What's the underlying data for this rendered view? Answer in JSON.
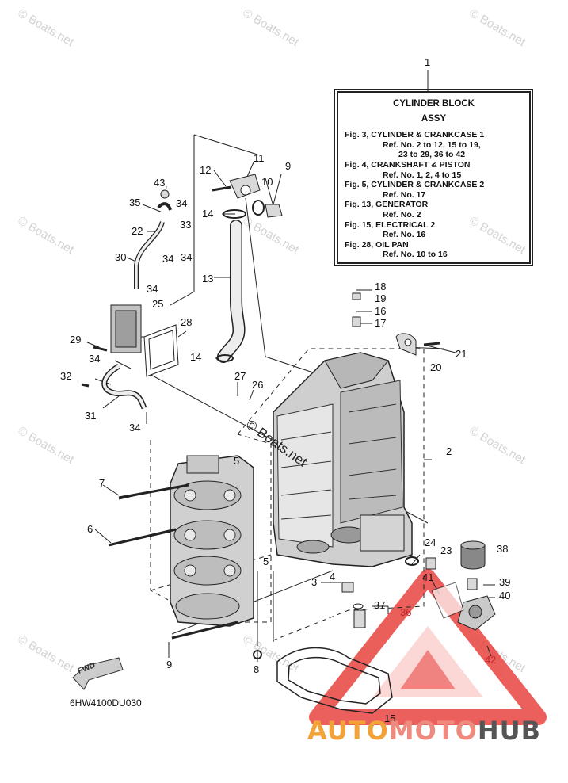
{
  "watermark_text": "© Boats.net",
  "diagram_watermark": "© Boats.net",
  "legend": {
    "callout": "1",
    "title": "CYLINDER BLOCK",
    "subtitle": "ASSY",
    "lines": [
      {
        "text": "Fig. 3, CYLINDER & CRANKCASE 1",
        "indent": 0
      },
      {
        "text": "Ref. No. 2 to 12, 15 to 19,",
        "indent": 1
      },
      {
        "text": "23 to 29, 36 to 42",
        "indent": 2
      },
      {
        "text": "Fig. 4, CRANKSHAFT & PISTON",
        "indent": 0
      },
      {
        "text": "Ref. No. 1, 2, 4 to 15",
        "indent": 1
      },
      {
        "text": "Fig. 5, CYLINDER & CRANKCASE 2",
        "indent": 0
      },
      {
        "text": "Ref. No. 17",
        "indent": 1
      },
      {
        "text": "Fig. 13, GENERATOR",
        "indent": 0
      },
      {
        "text": "Ref. No. 2",
        "indent": 1
      },
      {
        "text": "Fig. 15, ELECTRICAL 2",
        "indent": 0
      },
      {
        "text": "Ref. No. 16",
        "indent": 1
      },
      {
        "text": "Fig. 28, OIL PAN",
        "indent": 0
      },
      {
        "text": "Ref. No. 10 to 16",
        "indent": 1
      }
    ]
  },
  "callouts": [
    "1",
    "2",
    "3",
    "4",
    "5",
    "5",
    "6",
    "7",
    "8",
    "9",
    "9",
    "10",
    "11",
    "12",
    "13",
    "14",
    "14",
    "15",
    "16",
    "17",
    "18",
    "19",
    "20",
    "21",
    "22",
    "23",
    "24",
    "25",
    "26",
    "27",
    "28",
    "29",
    "30",
    "31",
    "32",
    "33",
    "34",
    "34",
    "34",
    "34",
    "34",
    "34",
    "35",
    "36",
    "37",
    "38",
    "39",
    "40",
    "41",
    "42",
    "43"
  ],
  "drawing_code": "6HW4100DU030",
  "fwd_label": "FWD",
  "brand": {
    "part1": "AUTO",
    "part2": "MOTO",
    "part3": "HUB"
  },
  "colors": {
    "brand_orange": "#f3a23a",
    "brand_red": "#e8443f",
    "brand_gray": "#555555",
    "callout_red": "#c0262d"
  }
}
